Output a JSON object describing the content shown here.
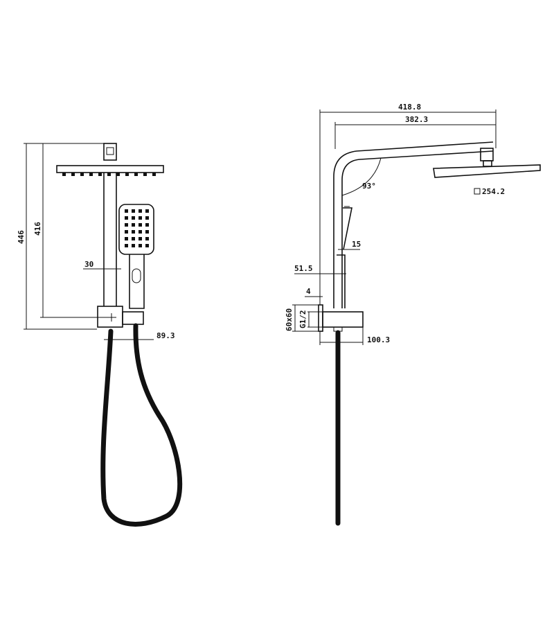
{
  "front_view": {
    "dims": {
      "total_height": "446",
      "inner_height": "416",
      "offset_30": "30",
      "offset_89": "89.3"
    }
  },
  "side_view": {
    "dims": {
      "arm_total": "418.8",
      "arm_inner": "382.3",
      "angle": "93°",
      "head_size": "254.2",
      "d15": "15",
      "d51": "51.5",
      "d4": "4",
      "flange": "60x60",
      "thread": "G1/2",
      "d100": "100.3"
    }
  }
}
